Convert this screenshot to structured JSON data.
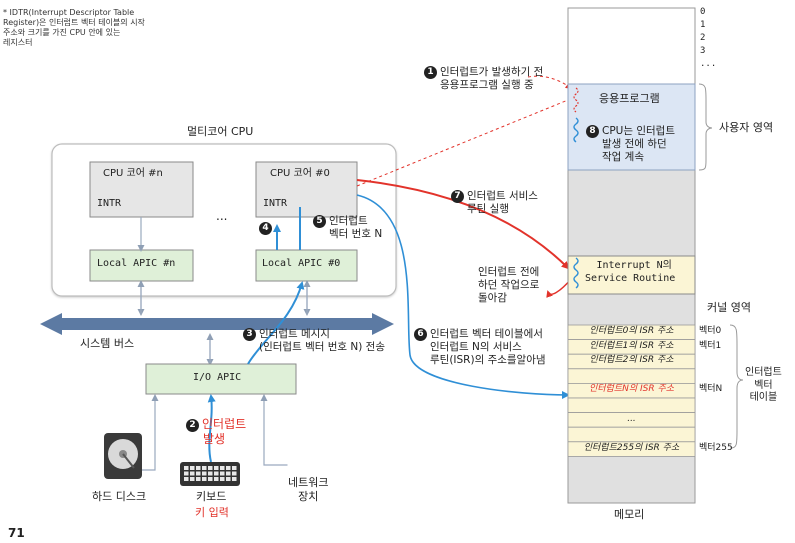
{
  "note": {
    "line1": "* IDTR(Interrupt Descriptor Table",
    "line2": "Register)은 인터럽트 벡터 테이블의 시작",
    "line3": "주소와 크기를 가진 CPU 안에 있는",
    "line4": "레지스터"
  },
  "cpu": {
    "title": "멀티코어 CPU",
    "core_n": "CPU 코어 #n",
    "core_0": "CPU 코어 #0",
    "intr": "INTR",
    "apic_n": "Local APIC #n",
    "apic_0": "Local APIC #0",
    "ellipsis": "..."
  },
  "bus": "시스템 버스",
  "io_apic": "I/O APIC",
  "devices": {
    "hdd": "하드 디스크",
    "keyboard": "키보드",
    "keyboard_sub": "키 입력",
    "network_1": "네트워크",
    "network_2": "장치"
  },
  "steps": {
    "s1_num": "1",
    "s1_a": "인터럽트가 발생하기 전",
    "s1_b": "응용프로그램 실행 중",
    "s2_num": "2",
    "s2_a": "인터럽트",
    "s2_b": "발생",
    "s3_num": "3",
    "s3_a": "인터럽트 메시지",
    "s3_b": "(인터럽트 벡터 번호 N) 전송",
    "s4_num": "4",
    "s5_num": "5",
    "s5_a": "인터럽트",
    "s5_b": "벡터 번호 N",
    "s6_num": "6",
    "s6_a": "인터럽트 벡터 테이블에서",
    "s6_b": "인터럽트 N의 서비스",
    "s6_c": "루틴(ISR)의 주소를알아냄",
    "s7_num": "7",
    "s7_a": "인터럽트 서비스",
    "s7_b": "루틴 실행",
    "s8_num": "8",
    "s8_a": "CPU는 인터럽트",
    "s8_b": "발생 전에 하던",
    "s8_c": "작업 계속",
    "return_a": "인터럽트 전에",
    "return_b": "하던 작업으로",
    "return_c": "돌아감"
  },
  "memory": {
    "addresses": [
      "0",
      "1",
      "2",
      "3",
      "..."
    ],
    "user_program": "응용프로그램",
    "user_area": "사용자 영역",
    "isr_1": "Interrupt N의",
    "isr_2": "Service Routine",
    "kernel_area": "커널 영역",
    "ivt_rows": [
      {
        "entry": "인터럽트0의 ISR 주소",
        "vec": "벡터0",
        "red": false
      },
      {
        "entry": "인터럽트1의 ISR 주소",
        "vec": "벡터1",
        "red": false
      },
      {
        "entry": "인터럽트2의 ISR 주소",
        "vec": "",
        "red": false
      },
      {
        "entry": "",
        "vec": "",
        "red": false
      },
      {
        "entry": "인터럽트N의 ISR 주소",
        "vec": "벡터N",
        "red": true
      },
      {
        "entry": "",
        "vec": "",
        "red": false
      },
      {
        "entry": "...",
        "vec": "",
        "red": false
      },
      {
        "entry": "",
        "vec": "",
        "red": false
      },
      {
        "entry": "인터럽트255의 ISR 주소",
        "vec": "벡터255",
        "red": false
      }
    ],
    "ivt_label_1": "인터럽트",
    "ivt_label_2": "벡터",
    "ivt_label_3": "테이블",
    "caption": "메모리"
  },
  "page_number": "71",
  "colors": {
    "red": "#e2332b",
    "blue": "#2f8fd6",
    "core_fill": "#e6e6e6",
    "apic_fill": "#dff0d8",
    "user_fill": "#dce6f4",
    "ivt_fill": "#fbf5d5",
    "memory_fill": "#e0e0e0",
    "bus": "#5c7aa3"
  }
}
